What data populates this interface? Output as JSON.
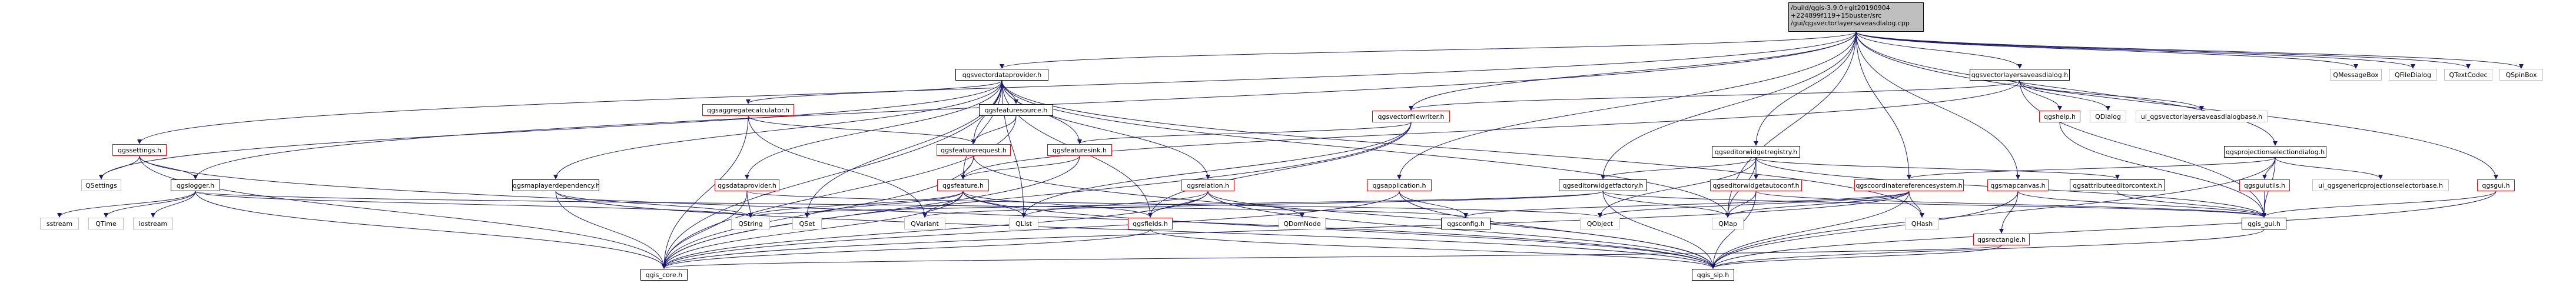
{
  "root": {
    "lines": [
      "/build/qgis-3.9.0+git20190904",
      "+224899f119+15buster/src",
      "/gui/qgsvectorlayersaveasdialog.cpp"
    ]
  },
  "colors": {
    "edge": "#191970",
    "documented_border": "#ff0000",
    "plain_border": "#000000",
    "external_border": "#bfbfbf",
    "root_fill": "#bfbfbf"
  },
  "nodes": {
    "qgsvectordataprovider": "qgsvectordataprovider.h",
    "qgsvectorlayersaveasdialog": "qgsvectorlayersaveasdialog.h",
    "qmessagebox": "QMessageBox",
    "qfiledialog": "QFileDialog",
    "qtextcodec": "QTextCodec",
    "qspinbox": "QSpinBox",
    "qgsaggregatecalculator": "qgsaggregatecalculator.h",
    "qgsfeaturesource": "qgsfeaturesource.h",
    "qgsvectorfilewriter": "qgsvectorfilewriter.h",
    "qgshelp": "qgshelp.h",
    "qdialog": "QDialog",
    "ui_qgsvectorlayersaveasdialogbase": "ui_qgsvectorlayersaveasdialogbase.h",
    "qgssettings": "qgssettings.h",
    "qgsfeaturerequest": "qgsfeaturerequest.h",
    "qgsfeaturesink": "qgsfeaturesink.h",
    "qgseditorwidgetregistry": "qgseditorwidgetregistry.h",
    "qgsprojectionselectiondialog": "qgsprojectionselectiondialog.h",
    "qgssettings_dup": "",
    "qsettings": "QSettings",
    "qgslogger": "qgslogger.h",
    "qgsmaplayerdependency": "qgsmaplayerdependency.h",
    "qgsdataprovider": "qgsdataprovider.h",
    "qgsfeature": "qgsfeature.h",
    "qgsrelation": "qgsrelation.h",
    "qgsapplication": "qgsapplication.h",
    "qgseditorwidgetfactory": "qgseditorwidgetfactory.h",
    "qgseditorwidgetautoconf": "qgseditorwidgetautoconf.h",
    "qgscoordinatereferencesystem": "qgscoordinatereferencesystem.h",
    "qgsmapcanvas": "qgsmapcanvas.h",
    "qgsattributeeditorcontext": "qgsattributeeditorcontext.h",
    "qgsguiutils": "qgsguiutils.h",
    "ui_qgsgenericprojectionselectorbase": "ui_qgsgenericprojectionselectorbase.h",
    "qgsgui": "qgsgui.h",
    "sstream": "sstream",
    "qtime": "QTime",
    "iostream": "iostream",
    "qstring": "QString",
    "qset": "QSet",
    "qvariant": "QVariant",
    "qlist": "QList",
    "qgsfields": "qgsfields.h",
    "qdomnode": "QDomNode",
    "qgsconfig": "qgsconfig.h",
    "qobject": "QObject",
    "qmap": "QMap",
    "qhash": "QHash",
    "qgsrectangle": "qgsrectangle.h",
    "qgis_gui": "qgis_gui.h",
    "qgis_core": "qgis_core.h",
    "qgis_sip": "qgis_sip.h"
  }
}
